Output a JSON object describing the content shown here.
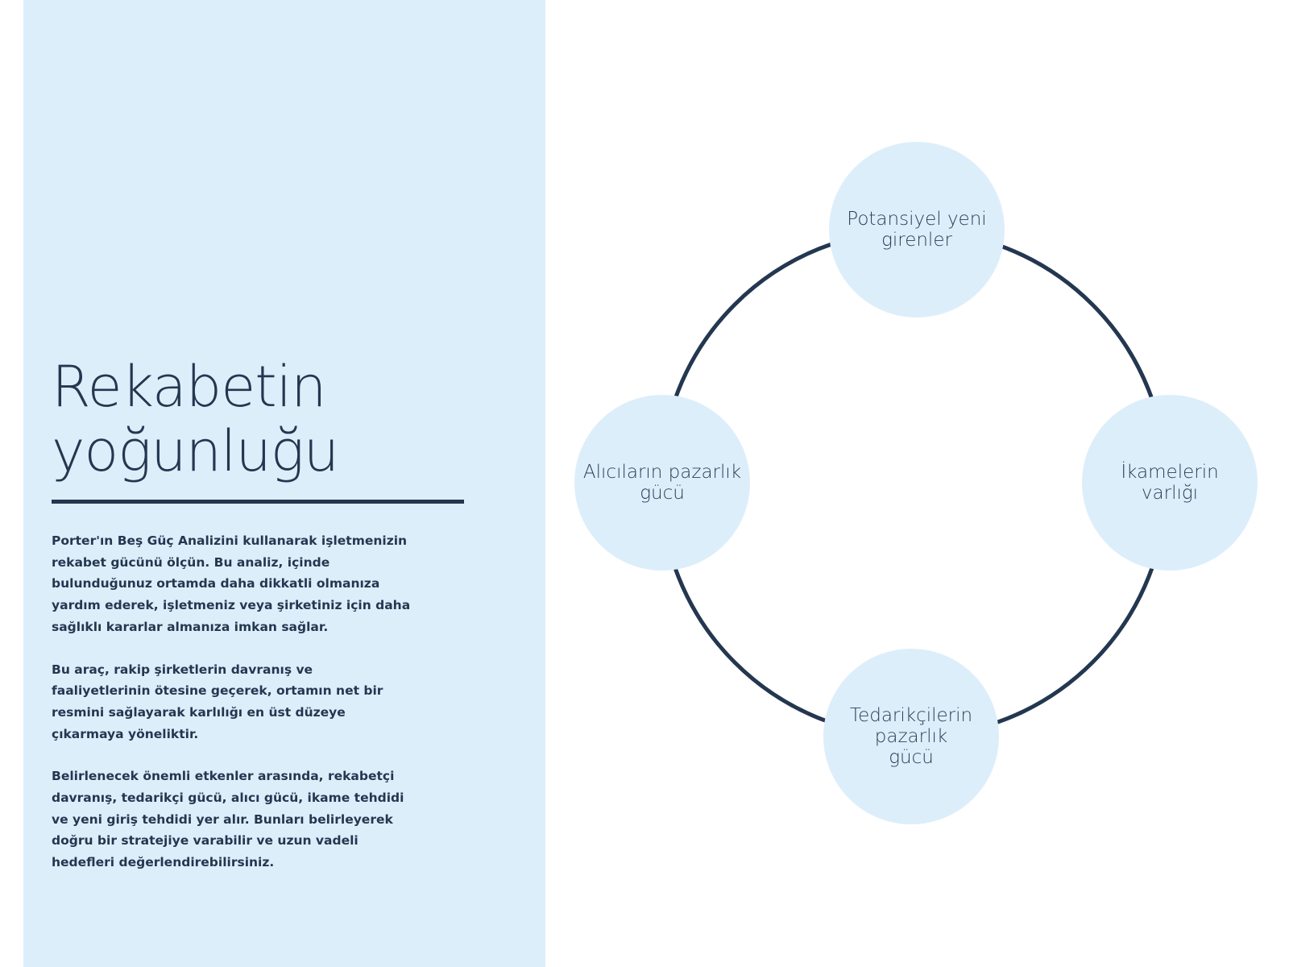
{
  "slide": {
    "title_line1": "Rekabetin",
    "title_line2": "yoğunluğu",
    "paragraphs": [
      "Porter'ın Beş Güç Analizini kullanarak işletmenizin rekabet gücünü ölçün. Bu analiz, içinde bulunduğunuz ortamda daha dikkatli olmanıza yardım ederek, işletmeniz veya şirketiniz için daha sağlıklı kararlar almanıza imkan sağlar.",
      "Bu araç, rakip şirketlerin davranış ve faaliyetlerinin ötesine geçerek, ortamın net bir resmini sağlayarak karlılığı en üst düzeye çıkarmaya yöneliktir.",
      "Belirlenecek önemli etkenler arasında, rekabetçi davranış, tedarikçi gücü, alıcı gücü, ikame tehdidi ve yeni giriş tehdidi yer alır. Bunları belirleyerek doğru bir stratejiye varabilir ve uzun vadeli hedefleri değerlendirebilirsiniz."
    ]
  },
  "diagram": {
    "nodes": {
      "top": {
        "line1": "Potansiyel yeni",
        "line2": "girenler"
      },
      "right": {
        "line1": "İkamelerin",
        "line2": "varlığı"
      },
      "bottom": {
        "line1": "Tedarikçilerin",
        "line2": "pazarlık",
        "line3": "gücü"
      },
      "left": {
        "line1": "Alıcıların pazarlık",
        "line2": "gücü"
      }
    }
  },
  "colors": {
    "panel_background": "#ddeefb",
    "node_fill": "#ddeefb",
    "ring_stroke": "#243750",
    "text": "#243750"
  }
}
